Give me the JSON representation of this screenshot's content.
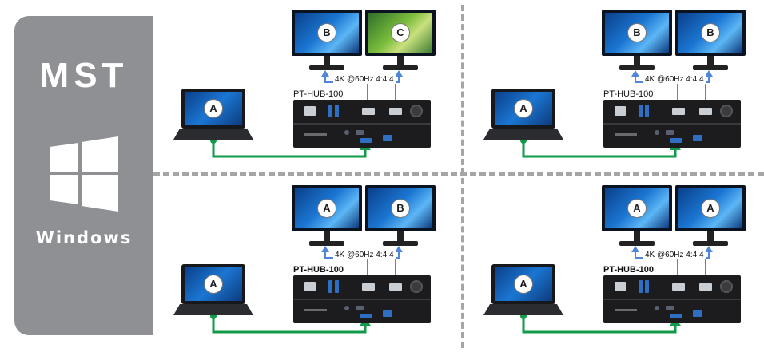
{
  "side_panel": {
    "protocol": "MST",
    "os_label": "Windows",
    "icon": "windows-logo-icon",
    "background": "#8f9094"
  },
  "colors": {
    "video_link": "#4f86d9",
    "usb_link": "#119a4a",
    "divider": "#a5a5a5"
  },
  "quadrants": [
    {
      "device_name": "PT-HUB-100",
      "resolution": "4K @60Hz 4:4:4",
      "laptop_badge": "A",
      "monitors": [
        {
          "badge": "B",
          "wallpaper": "blue"
        },
        {
          "badge": "C",
          "wallpaper": "green"
        }
      ]
    },
    {
      "device_name": "PT-HUB-100",
      "resolution": "4K @60Hz 4:4:4",
      "laptop_badge": "A",
      "monitors": [
        {
          "badge": "B",
          "wallpaper": "blue"
        },
        {
          "badge": "B",
          "wallpaper": "blue"
        }
      ]
    },
    {
      "device_name": "PT-HUB-100",
      "resolution": "4K @60Hz 4:4:4",
      "laptop_badge": "A",
      "monitors": [
        {
          "badge": "A",
          "wallpaper": "blue"
        },
        {
          "badge": "B",
          "wallpaper": "blue"
        }
      ]
    },
    {
      "device_name": "PT-HUB-100",
      "resolution": "4K @60Hz 4:4:4",
      "laptop_badge": "A",
      "monitors": [
        {
          "badge": "A",
          "wallpaper": "blue"
        },
        {
          "badge": "A",
          "wallpaper": "blue"
        }
      ]
    }
  ]
}
